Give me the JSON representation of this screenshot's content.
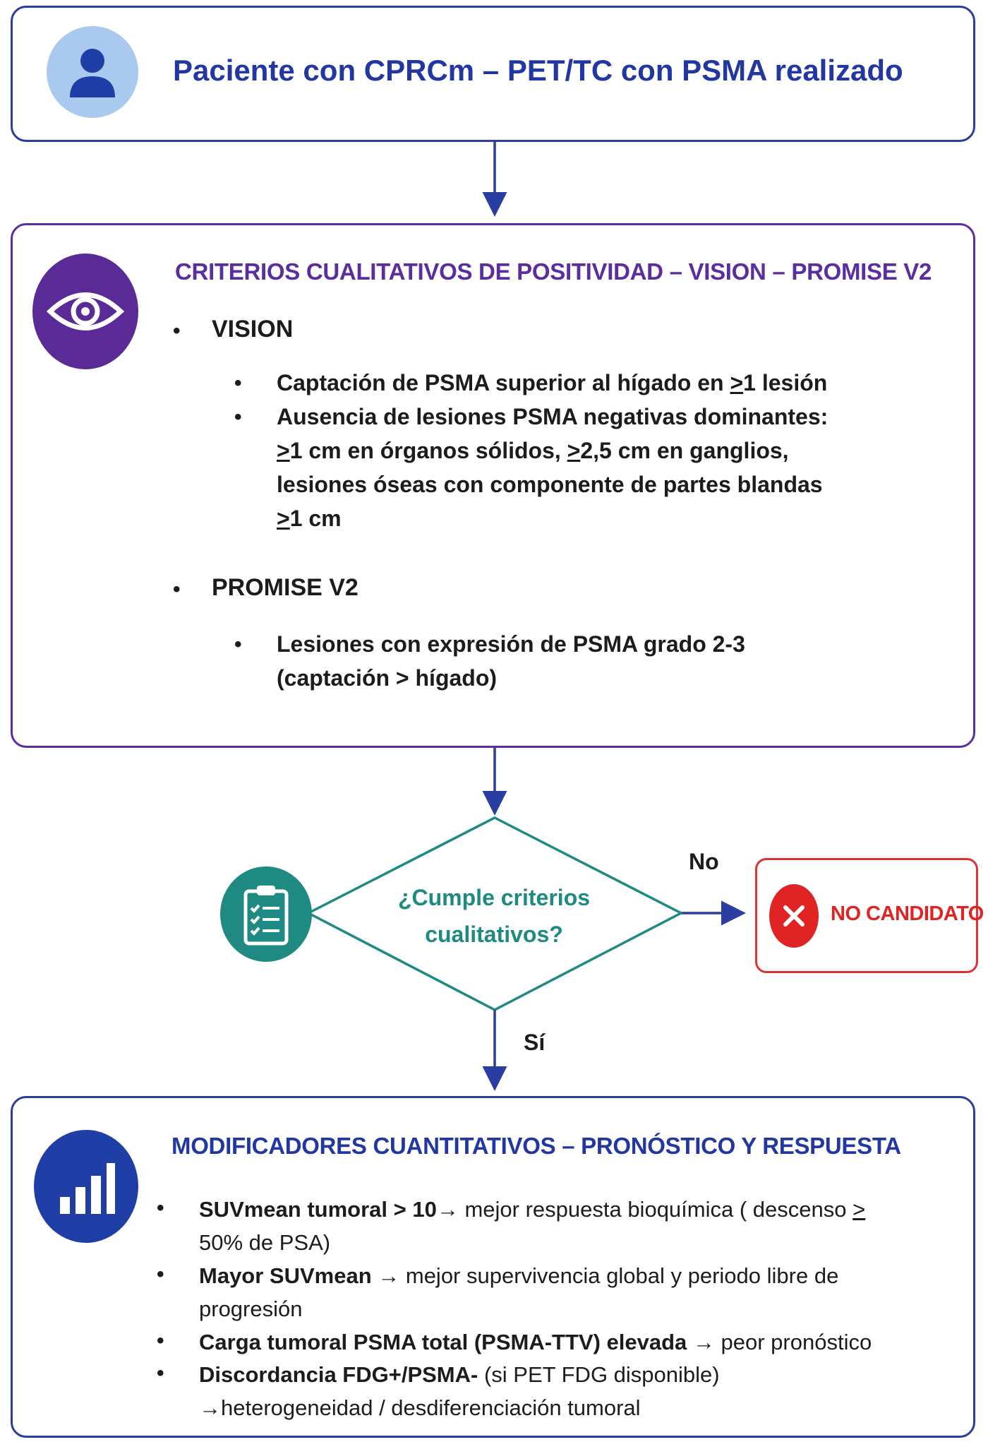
{
  "header": {
    "title": "Paciente con CPRCm – PET/TC con PSMA realizado",
    "icon": "user-icon"
  },
  "qualitative": {
    "title": "CRITERIOS CUALITATIVOS DE POSITIVIDAD – VISION – PROMISE V2",
    "icon": "eye-icon",
    "vision": {
      "heading": "VISION",
      "item1": {
        "pre": "Captación de PSMA superior al hígado en ",
        "ge": ">",
        "post": "1 lesión"
      },
      "item2": {
        "line1": "Ausencia de lesiones PSMA negativas dominantes:",
        "line2_ge1": ">",
        "line2_mid": "1 cm en órganos sólidos, ",
        "line2_ge2": ">",
        "line2_end": "2,5 cm en ganglios,",
        "line3": "lesiones óseas con componente de partes blandas",
        "line4_ge": ">",
        "line4_end": "1 cm"
      }
    },
    "promise": {
      "heading": "PROMISE V2",
      "line1": "Lesiones con expresión de PSMA grado 2-3",
      "line2": "(captación > hígado)"
    }
  },
  "decision": {
    "question_line1": "¿Cumple criterios",
    "question_line2": "cualitativos?",
    "icon": "clipboard-checklist-icon",
    "no_label": "No",
    "yes_label": "Sí",
    "no_candidate": "NO CANDIDATO",
    "no_candidate_icon": "x-circle-icon"
  },
  "quantitative": {
    "title": "MODIFICADORES CUANTITATIVOS – PRONÓSTICO Y RESPUESTA",
    "icon": "bar-chart-icon",
    "items": [
      {
        "bold": "SUVmean tumoral > 10",
        "rest": "→ mejor respuesta bioquímica ( descenso ",
        "ge": ">",
        "cont": "50% de PSA)"
      },
      {
        "bold": "Mayor SUVmean",
        "rest": " → mejor supervivencia global y periodo libre de",
        "cont": "progresión"
      },
      {
        "bold": "Carga tumoral PSMA total (PSMA-TTV) elevada",
        "rest": " → peor pronóstico"
      },
      {
        "bold": "Discordancia FDG+/PSMA-",
        "rest": " (si PET FDG disponible)",
        "cont": "→heterogeneidad / desdiferenciación tumoral"
      }
    ]
  },
  "colors": {
    "blue": "#2337a3",
    "purple": "#5a2e9e",
    "teal": "#1f8a82",
    "red": "#e02424"
  }
}
